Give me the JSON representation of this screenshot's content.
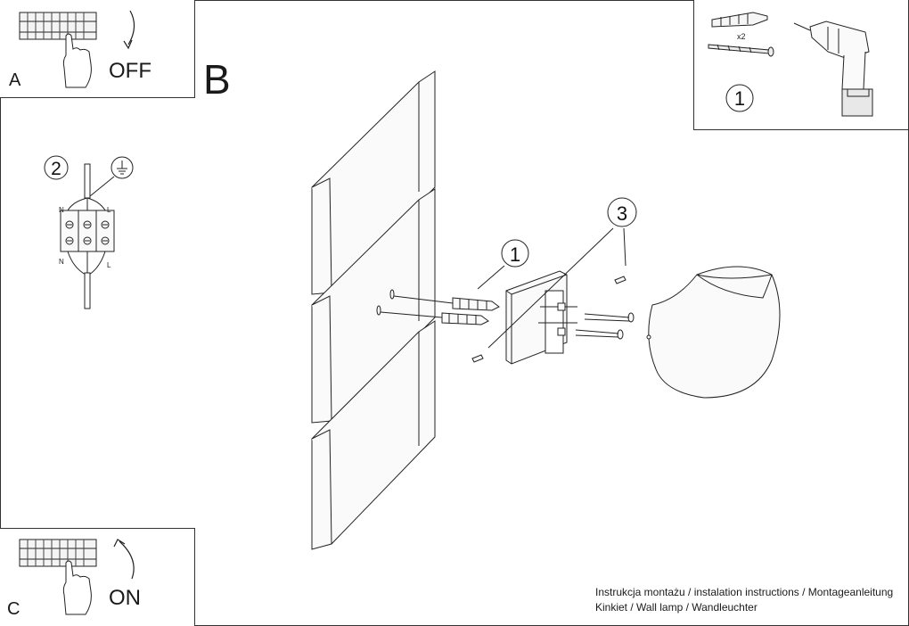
{
  "panels": {
    "a": {
      "letter": "A",
      "switch_label": "OFF"
    },
    "b": {
      "letter": "B"
    },
    "c": {
      "letter": "C",
      "switch_label": "ON"
    }
  },
  "wiring": {
    "step": "2",
    "terminal_left": "N",
    "terminal_right": "L"
  },
  "tools": {
    "step": "1",
    "quantity": "x2"
  },
  "assembly": {
    "step_anchors": "1",
    "step_screws": "3"
  },
  "caption": {
    "line1": "Instrukcja montażu / instalation instructions / Montageanleitung",
    "line2": "Kinkiet / Wall lamp / Wandleuchter"
  }
}
